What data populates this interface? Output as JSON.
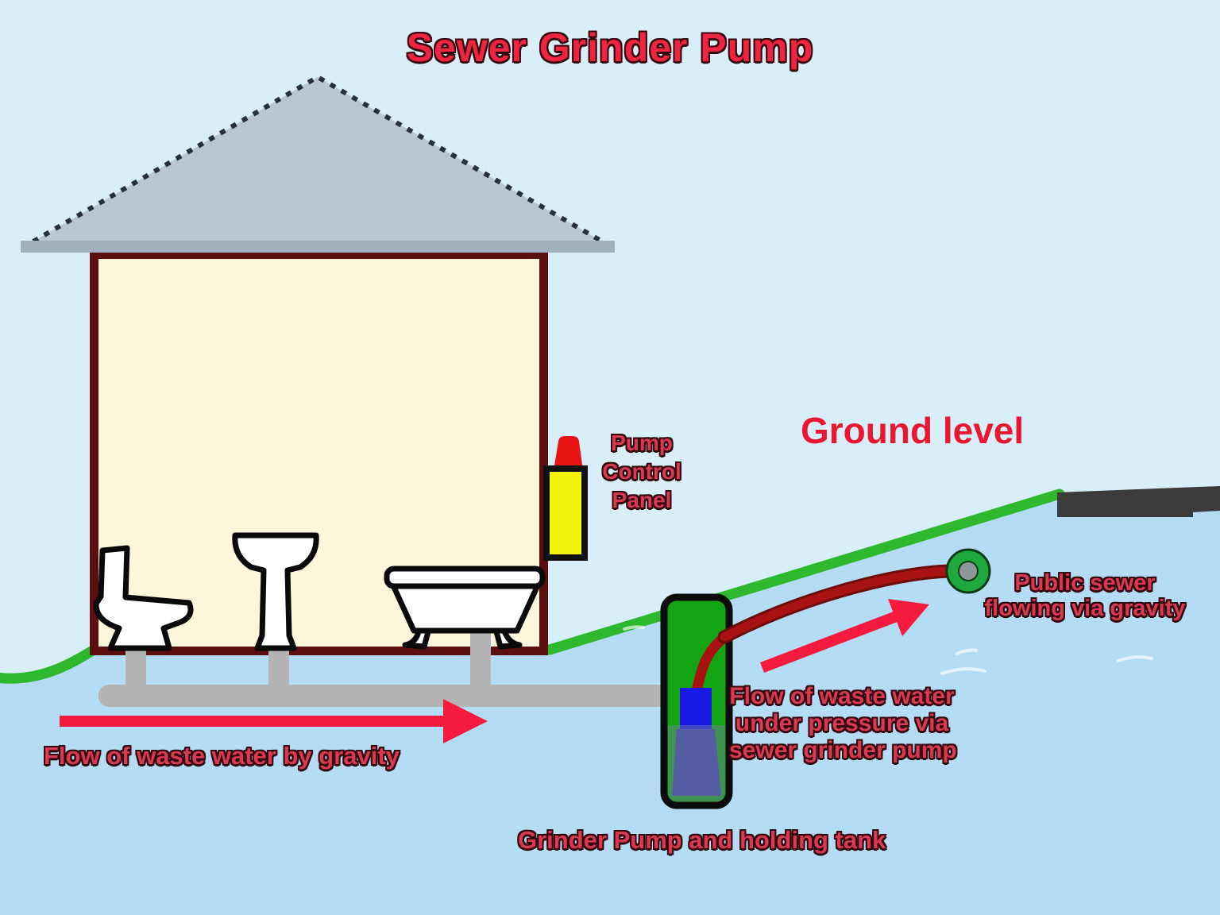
{
  "title": "Sewer Grinder Pump",
  "labels": {
    "pump_control_panel": {
      "lines": [
        "Pump",
        "Control",
        "Panel"
      ]
    },
    "ground_level": {
      "text": "Ground level"
    },
    "flow_gravity": {
      "text": "Flow of waste water by gravity"
    },
    "flow_pressure": {
      "lines": [
        "Flow of waste water",
        "under pressure via",
        "sewer grinder pump"
      ]
    },
    "public_sewer": {
      "lines": [
        "Public sewer",
        "flowing via gravity"
      ]
    },
    "grinder_tank": {
      "text": "Grinder Pump and holding tank"
    }
  },
  "components": [
    "house",
    "roof",
    "toilet",
    "pedestal-sink",
    "bathtub",
    "gravity-drain-pipes",
    "pump-control-panel",
    "holding-tank",
    "grinder-pump",
    "pressure-pipe",
    "public-sewer-manhole",
    "ground-line",
    "road-surface",
    "gravity-flow-arrow",
    "pressure-flow-arrow"
  ],
  "colors": {
    "title_red": "#ee2440",
    "label_red": "#d83a52",
    "label_outline": "#33080f",
    "ground_level_red": "#ea1730",
    "arrow_red": "#f51b3e",
    "pressure_pipe_red": "#a81212",
    "ground_green": "#2eb82e",
    "tank_green": "#13a413",
    "manhole_green": "#1ea83e",
    "panel_yellow": "#f2f20a",
    "panel_cap_red": "#e81414",
    "pump_blue": "#1a1ae6",
    "pump_base_blue": "#3c3ca8",
    "pipe_gray": "#b4b4b4",
    "roof_gray": "#b9c7cf",
    "eave_gray": "#9fb1bd",
    "house_cream": "#fcf6da",
    "wall_maroon": "#5a0e0e",
    "sky_blue": "#d8eef8",
    "underground_blue": "#b4dcf5",
    "road_dark": "#3b3b3b"
  }
}
